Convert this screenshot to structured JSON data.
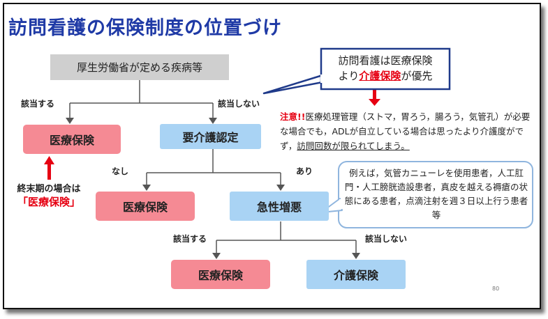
{
  "title": "訪問看護の保険制度の位置づけ",
  "root_box": "厚生労働省が定める疾病等",
  "branch_top_yes": "該当する",
  "branch_top_no": "該当しない",
  "box_medical_1": "医療保険",
  "box_care_cert": "要介護認定",
  "branch_mid_none": "なし",
  "branch_mid_yes": "あり",
  "box_medical_2": "医療保険",
  "box_acute": "急性増悪",
  "branch_bottom_yes": "該当する",
  "branch_bottom_no": "該当しない",
  "box_medical_3": "医療保険",
  "box_care_insurance": "介護保険",
  "terminal_note": {
    "line1": "終末期の場合は",
    "line2": "「医療保険」"
  },
  "callout": {
    "line1": "訪問看護は医療保険",
    "line2_pre": "より",
    "line2_highlight": "介護保険",
    "line2_post": "が優先"
  },
  "caution": {
    "prefix": "注意!!",
    "text1": "医療処理管理（ストマ，胃ろう，腸ろう，気管孔）が必要な場合でも，ADLが自立している場合は思ったより介護度がでず，",
    "underlined": "訪問回数が限られてしまう。"
  },
  "example": "例えば，気管カニューレを使用患者，人工肛門・人工膀胱造設患者，真皮を越える褥瘡の状態にある患者，点滴注射を週３日以上行う患者 等",
  "page_number": "80",
  "colors": {
    "title": "#1f3aa6",
    "pink": "#f58a94",
    "blue": "#a9d3f4",
    "grey": "#cfcfcf",
    "red": "#e60012",
    "callout_border": "#1f3a8a",
    "bubble_border": "#8fb5de"
  }
}
